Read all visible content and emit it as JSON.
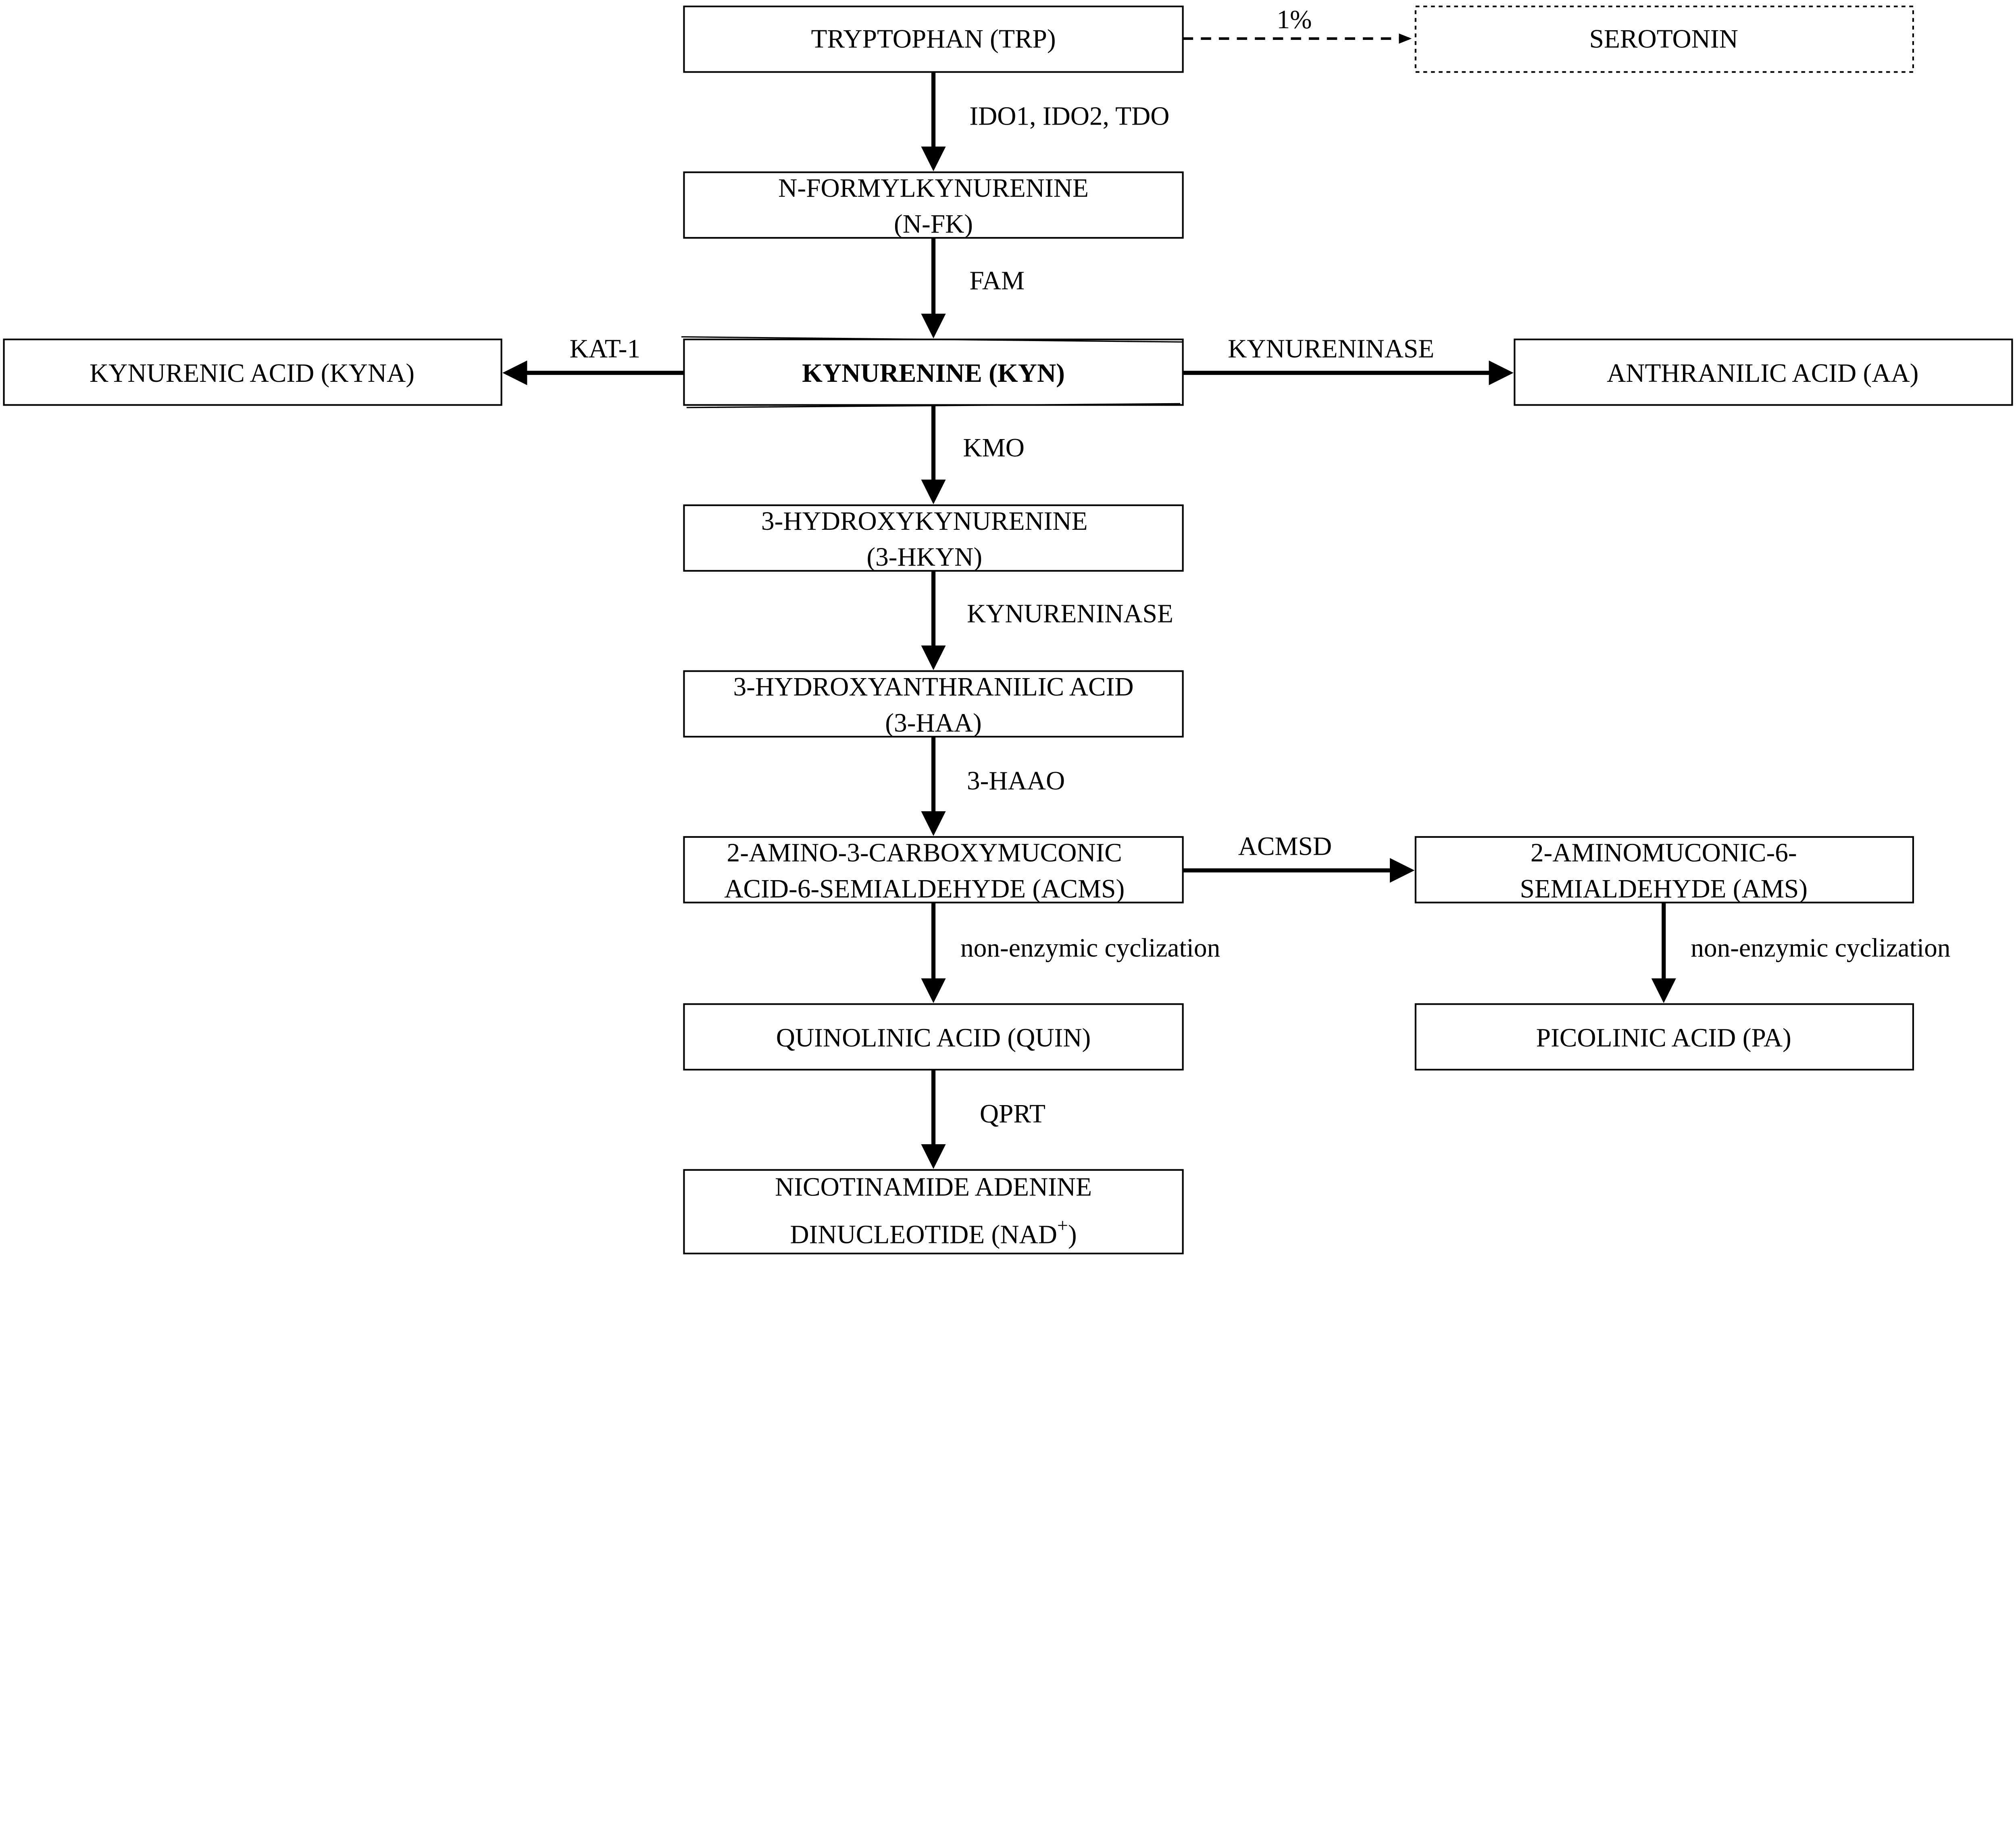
{
  "nodes": {
    "trp": "TRYPTOPHAN (TRP)",
    "serotonin": "SEROTONIN",
    "nfk_1": "N-FORMYLKYNURENINE",
    "nfk_2": "(N-FK)",
    "kyna": "KYNURENIC ACID (KYNA)",
    "kyn": "KYNURENINE (KYN)",
    "aa": "ANTHRANILIC ACID (AA)",
    "hkyn_1": "3-HYDROXYKYNURENINE",
    "hkyn_2": "(3-HKYN)",
    "haa_1": "3-HYDROXYANTHRANILIC ACID",
    "haa_2": "(3-HAA)",
    "acms_1": "2-AMINO-3-CARBOXYMUCONIC",
    "acms_2": "ACID-6-SEMIALDEHYDE (ACMS)",
    "ams_1": "2-AMINOMUCONIC-6-",
    "ams_2": "SEMIALDEHYDE (AMS)",
    "quin": "QUINOLINIC ACID (QUIN)",
    "pa": "PICOLINIC ACID (PA)",
    "nad_1": "NICOTINAMIDE ADENINE",
    "nad_2": "DINUCLEOTIDE (NAD",
    "nad_sup": "+",
    "nad_close": ")"
  },
  "edges": {
    "trp_serotonin": "1%",
    "trp_nfk": "IDO1, IDO2, TDO",
    "nfk_kyn": "FAM",
    "kyn_kyna": "KAT-1",
    "kyn_aa": "KYNURENINASE",
    "kyn_hkyn": "KMO",
    "hkyn_haa": "KYNURENINASE",
    "haa_acms": "3-HAAO",
    "acms_ams": "ACMSD",
    "acms_quin": "non-enzymic cyclization",
    "ams_pa": "non-enzymic cyclization",
    "quin_nad": "QPRT"
  }
}
